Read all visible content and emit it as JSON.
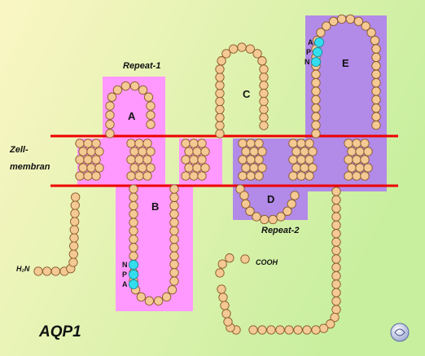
{
  "title": "AQP1",
  "membrane_label_line1": "Zell-",
  "membrane_label_line2": "membran",
  "repeat1_label": "Repeat-1",
  "repeat2_label": "Repeat-2",
  "loops": {
    "a": "A",
    "b": "B",
    "c": "C",
    "d": "D",
    "e": "E"
  },
  "n_terminus": "H₂N",
  "c_terminus": "COOH",
  "motif_loop_b": [
    "N",
    "P",
    "A"
  ],
  "motif_loop_e": [
    "A",
    "P",
    "N"
  ],
  "colors": {
    "background_left": "#f8f2b8",
    "background_right": "#cdf0ab",
    "repeat1_box": "#ff99ff",
    "repeat2_box": "#b28ae8",
    "membrane_line": "#ee0000",
    "residue_fill": "#f4c993",
    "residue_stroke": "#8a5a2a",
    "motif_fill": "#33ddee"
  },
  "logo_icon": "circular-logo-icon"
}
